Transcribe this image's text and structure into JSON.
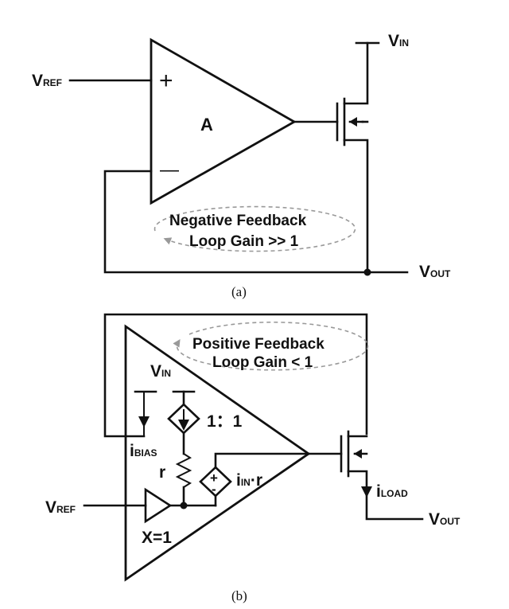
{
  "circuit_a": {
    "caption": "(a)",
    "vref": {
      "main": "V",
      "sub": "REF"
    },
    "vin": {
      "main": "V",
      "sub": "IN"
    },
    "vout": {
      "main": "V",
      "sub": "OUT"
    },
    "plus": "+",
    "minus": "—",
    "amp_gain": "A",
    "loop_line1": "Negative Feedback",
    "loop_line2": "Loop Gain >> 1"
  },
  "circuit_b": {
    "caption": "(b)",
    "vref": {
      "main": "V",
      "sub": "REF"
    },
    "vin": {
      "main": "V",
      "sub": "IN"
    },
    "vout": {
      "main": "V",
      "sub": "OUT"
    },
    "ibias": {
      "main": "i",
      "sub": "BIAS"
    },
    "iload": {
      "main": "i",
      "sub": "LOAD"
    },
    "resistor": "r",
    "mirror_ratio": "1：1",
    "vcvs": {
      "main": "i",
      "sub": "IN",
      "suffix": "·r"
    },
    "buffer_gain": "X=1",
    "loop_line1": "Positive Feedback",
    "loop_line2": "Loop Gain < 1"
  }
}
